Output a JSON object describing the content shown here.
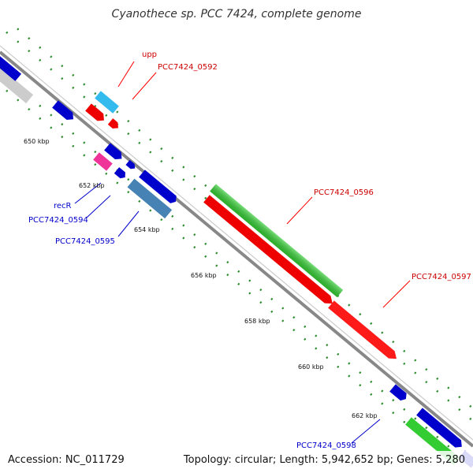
{
  "title": "Cyanothece sp. PCC 7424, complete genome",
  "footer": {
    "accession": "Accession: NC_011729",
    "summary": "Topology: circular; Length: 5,942,652 bp; Genes: 5,280"
  },
  "colors": {
    "backbone": "#888888",
    "dots": "#2e8b2e",
    "label_red": "#cc0000",
    "label_blue": "#0000cc",
    "leader_red": "#ff0000",
    "leader_blue": "#0000cc"
  },
  "scale_labels": [
    "650 kbp",
    "652 kbp",
    "654 kbp",
    "656 kbp",
    "658 kbp",
    "660 kbp",
    "662 kbp"
  ],
  "gene_labels": [
    {
      "id": "upp",
      "text": "upp",
      "strand": "red"
    },
    {
      "id": "pcc0592",
      "text": "PCC7424_0592",
      "strand": "red"
    },
    {
      "id": "recr",
      "text": "recR",
      "strand": "blue"
    },
    {
      "id": "pcc0594",
      "text": "PCC7424_0594",
      "strand": "blue"
    },
    {
      "id": "pcc0595",
      "text": "PCC7424_0595",
      "strand": "blue"
    },
    {
      "id": "pcc0596",
      "text": "PCC7424_0596",
      "strand": "red"
    },
    {
      "id": "pcc0597",
      "text": "PCC7424_0597",
      "strand": "red"
    },
    {
      "id": "pcc0598",
      "text": "PCC7424_0598",
      "strand": "blue"
    }
  ]
}
